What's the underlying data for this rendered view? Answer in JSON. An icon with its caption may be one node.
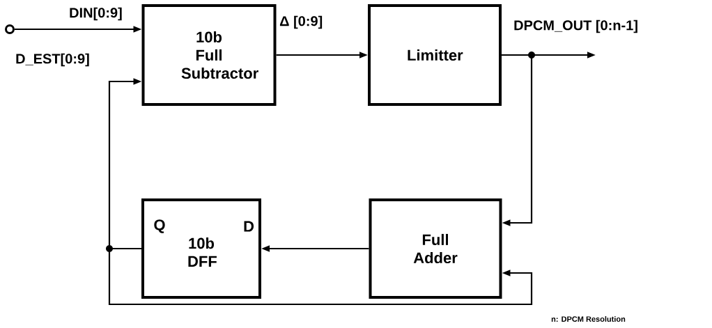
{
  "diagram": {
    "nodes": [
      {
        "text": [],
        "shape": "circle"
      },
      {
        "text": [
          "10b Full Subtractor"
        ]
      },
      {
        "text": [
          "Limitter"
        ]
      },
      {
        "text": [
          "Q",
          "10b DFF",
          "D"
        ]
      },
      {
        "text": [
          "Full Adder"
        ]
      }
    ],
    "edges": [
      {
        "from": 0,
        "to": 1,
        "arrow": "to",
        "label": "DIN[0:9]"
      },
      {
        "from": 1,
        "to": 2,
        "arrow": "to",
        "label": "Δ [0:9]"
      },
      {
        "from": 2,
        "to": null,
        "arrow": "to",
        "label": "DPCM_OUT [0:n-1]"
      },
      {
        "from": 2,
        "to": 4,
        "arrow": "to"
      },
      {
        "from": 4,
        "to": 3,
        "arrow": "to"
      },
      {
        "from": 3,
        "to": 1,
        "arrow": "to",
        "label": "D_EST[0:9]"
      },
      {
        "from": 3,
        "to": 4,
        "arrow": "to"
      }
    ],
    "labels": [
      "n: DPCM Resolution"
    ]
  }
}
